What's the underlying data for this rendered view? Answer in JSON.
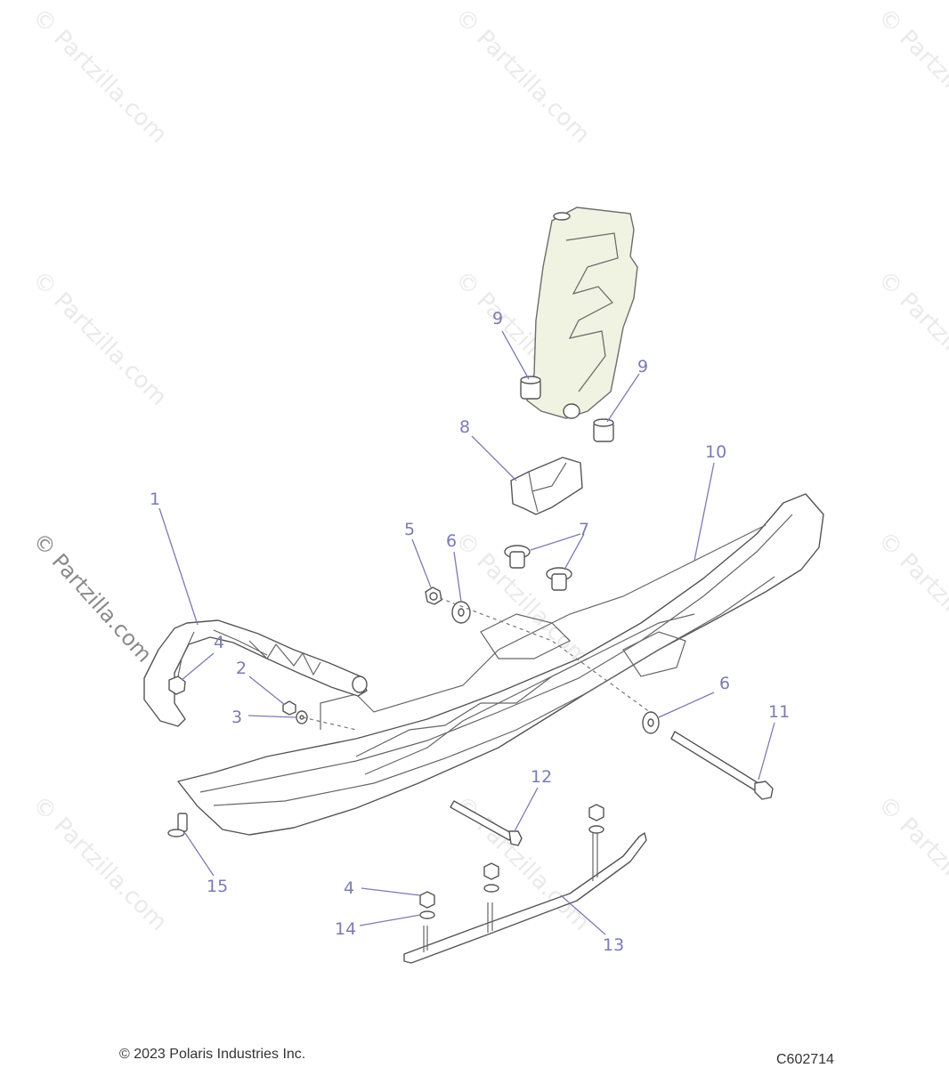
{
  "watermark": "© Partzilla.com",
  "callouts": {
    "c1": "1",
    "c2": "2",
    "c3": "3",
    "c4a": "4",
    "c4b": "4",
    "c5": "5",
    "c6a": "6",
    "c6b": "6",
    "c7": "7",
    "c8": "8",
    "c9a": "9",
    "c9b": "9",
    "c10": "10",
    "c11": "11",
    "c12": "12",
    "c13": "13",
    "c14": "14",
    "c15": "15"
  },
  "footer": {
    "copyright": "© 2023 Polaris Industries Inc.",
    "drawing_code": "C602714"
  },
  "colors": {
    "callout": "#7b7bb3",
    "spindle_fill": "#f0f2e2",
    "watermark": "#eaeaea"
  }
}
